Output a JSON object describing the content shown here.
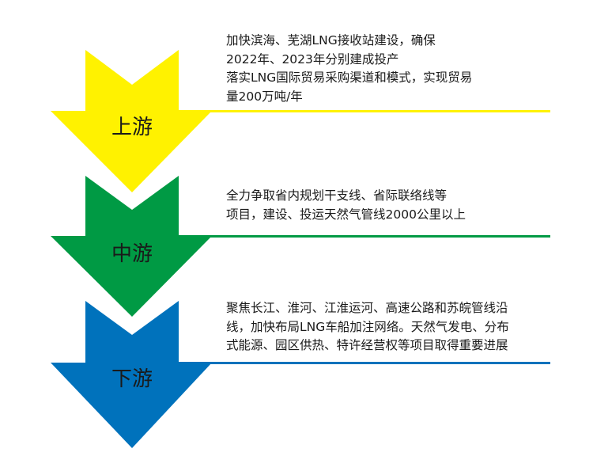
{
  "colors": {
    "upstream": "#fff200",
    "midstream": "#009a44",
    "downstream": "#0072bc"
  },
  "stages": [
    {
      "label": "上游",
      "lines": [
        "加快滨海、芜湖LNG接收站建设，确保",
        "2022年、2023年分别建成投产",
        "落实LNG国际贸易采购渠道和模式，实现贸易",
        "量200万吨/年"
      ]
    },
    {
      "label": "中游",
      "lines": [
        "全力争取省内规划干支线、省际联络线等",
        "项目，建设、投运天然气管线2000公里以上"
      ]
    },
    {
      "label": "下游",
      "lines": [
        "聚焦长江、淮河、江淮运河、高速公路和苏皖管线沿",
        "线，加快布局LNG车船加注网络。天然气发电、分布",
        "式能源、园区供热、特许经营权等项目取得重要进展"
      ]
    }
  ]
}
